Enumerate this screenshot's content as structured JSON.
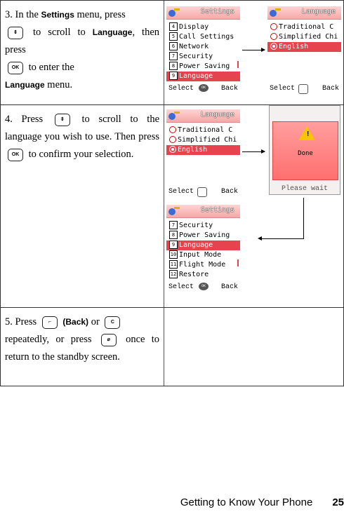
{
  "steps": [
    {
      "num": "3.",
      "t1": "In the",
      "settings": "Settings",
      "t2": "menu, press",
      "t3": "to scroll to",
      "language": "Language",
      "t4": ", then press",
      "t5": "to enter the",
      "language2": "Language",
      "t6": "menu."
    },
    {
      "num": "4.",
      "t1": "Press",
      "t2": "to scroll to the language you wish to use. Then press",
      "t3": "to confirm your selection."
    },
    {
      "num": "5.",
      "t1": "Press",
      "back": "(Back)",
      "or": "or",
      "t2": "repeatedly, or press",
      "t3": "once to return to the standby screen."
    }
  ],
  "keys": {
    "ok": "OK",
    "clear": "C"
  },
  "screens": {
    "settings_a": {
      "title": "Settings",
      "items": [
        [
          "4",
          "Display"
        ],
        [
          "5",
          "Call Settings"
        ],
        [
          "6",
          "Network"
        ],
        [
          "7",
          "Security"
        ],
        [
          "8",
          "Power Saving"
        ],
        [
          "9",
          "Language"
        ]
      ],
      "left": "Select",
      "right": "Back"
    },
    "language_a": {
      "title": "Language",
      "items": [
        "Traditional C",
        "Simplified Chi",
        "English"
      ],
      "left": "Select",
      "right": "Back"
    },
    "language_b": {
      "title": "Language",
      "items": [
        "Traditional C",
        "Simplified Chi",
        "English"
      ],
      "left": "Select",
      "right": "Back"
    },
    "settings_b": {
      "title": "Settings",
      "items": [
        [
          "7",
          "Security"
        ],
        [
          "8",
          "Power Saving"
        ],
        [
          "9",
          "Language"
        ],
        [
          "10",
          "Input Mode"
        ],
        [
          "11",
          "Flight Mode"
        ],
        [
          "12",
          "Restore"
        ]
      ],
      "left": "Select",
      "right": "Back"
    }
  },
  "dialog": {
    "text": "Done",
    "wait": "Please wait"
  },
  "footer": {
    "chapter": "Getting to Know Your Phone",
    "page": "25"
  }
}
